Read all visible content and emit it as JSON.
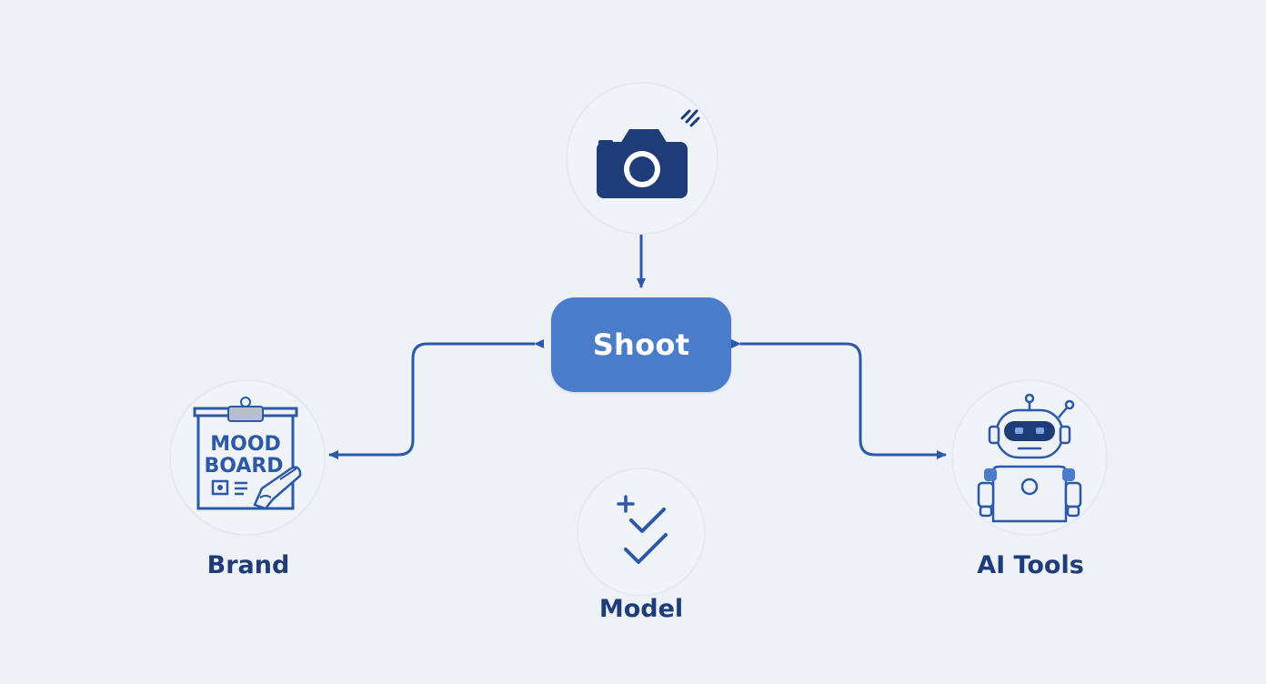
{
  "colors": {
    "background": "#eef1f5",
    "accent": "#4a7cc9",
    "line": "#2b59a8",
    "icon_dark": "#1e3c78",
    "label": "#1e3c78"
  },
  "center": {
    "label": "Shoot"
  },
  "nodes": [
    {
      "id": "camera",
      "icon": "camera-icon",
      "label": ""
    },
    {
      "id": "brand",
      "icon": "mood-board-icon",
      "label": "Brand"
    },
    {
      "id": "model",
      "icon": "plus-check-icon",
      "label": "Model"
    },
    {
      "id": "ai_tools",
      "icon": "robot-icon",
      "label": "AI Tools"
    }
  ],
  "mood_board": {
    "line1": "MOOD",
    "line2": "BOARD"
  },
  "edges": [
    {
      "from": "camera",
      "to": "center",
      "direction": "down"
    },
    {
      "from": "center",
      "to": "brand",
      "bidirectional": true
    },
    {
      "from": "center",
      "to": "ai_tools",
      "bidirectional": true
    }
  ]
}
